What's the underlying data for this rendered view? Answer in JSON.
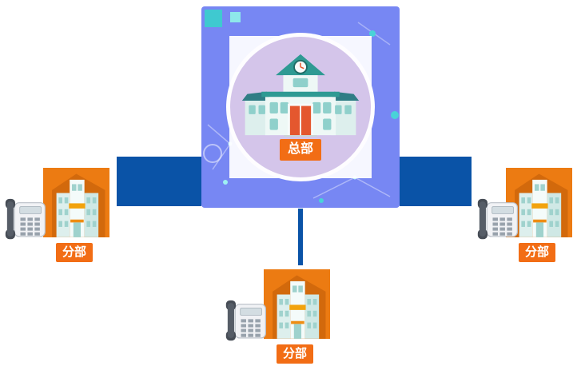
{
  "diagram": {
    "headquarters": {
      "label": "总部",
      "icon": "school-building-icon"
    },
    "branches": [
      {
        "position": "left",
        "label": "分部",
        "icons": [
          "telephone-icon",
          "branch-building-icon"
        ]
      },
      {
        "position": "right",
        "label": "分部",
        "icons": [
          "telephone-icon",
          "branch-building-icon"
        ]
      },
      {
        "position": "bottom",
        "label": "分部",
        "icons": [
          "telephone-icon",
          "branch-building-icon"
        ]
      }
    ],
    "connectors": [
      {
        "from": "headquarters",
        "to": "left-branch",
        "style": "thick-bar"
      },
      {
        "from": "headquarters",
        "to": "right-branch",
        "style": "thick-bar"
      },
      {
        "from": "headquarters",
        "to": "bottom-branch",
        "style": "thin-line"
      }
    ],
    "colors": {
      "hq_panel": "#7787f3",
      "hq_circle": "#d4c5ea",
      "connector": "#0a53a7",
      "branch_square": "#ec7b12",
      "label_bg": "#f26d15",
      "label_text": "#ffffff",
      "accent_teal": "#3fc9d0"
    }
  }
}
